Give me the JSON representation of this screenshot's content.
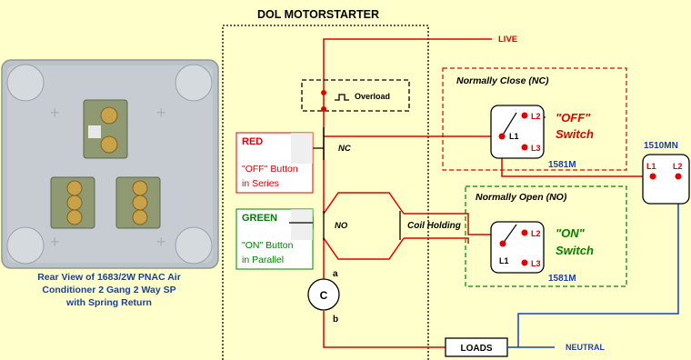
{
  "title": "DOL MOTORSTARTER",
  "labels": {
    "live": "LIVE",
    "neutral": "NEUTRAL",
    "overload": "Overload",
    "loads": "LOADS",
    "nc_contact": "NC",
    "no_contact": "NO",
    "coil_holding": "Coil Holding",
    "contactor": "C",
    "coil_a": "a",
    "coil_b": "b"
  },
  "red_box": {
    "title": "RED",
    "line1": "\"OFF\" Button",
    "line2": "in Series"
  },
  "green_box": {
    "title": "GREEN",
    "line1": "\"ON\" Button",
    "line2": "in Parallel"
  },
  "nc_panel": {
    "title": "Normally Close (NC)",
    "switch_line1": "\"OFF\"",
    "switch_line2": "Switch",
    "model": "1581M",
    "terminals": [
      "L1",
      "L2",
      "L3"
    ]
  },
  "no_panel": {
    "title": "Normally Open (NO)",
    "switch_line1": "\"ON\"",
    "switch_line2": "Switch",
    "model": "1581M",
    "terminals": [
      "L1",
      "L2",
      "L3"
    ]
  },
  "isolator": {
    "model": "1510MN",
    "terminals": [
      "L1",
      "L2"
    ]
  },
  "photo_caption": {
    "line1": "Rear View of 1683/2W PNAC Air",
    "line2": "Conditioner 2 Gang 2 Way SP",
    "line3": "with Spring Return"
  },
  "colors": {
    "live_wire": "#e00000",
    "neutral_wire": "#1a3fbf",
    "nc_red": "#e00000",
    "no_green": "#008000",
    "model_blue": "#1a3f9f",
    "background": "#ffffcc"
  }
}
